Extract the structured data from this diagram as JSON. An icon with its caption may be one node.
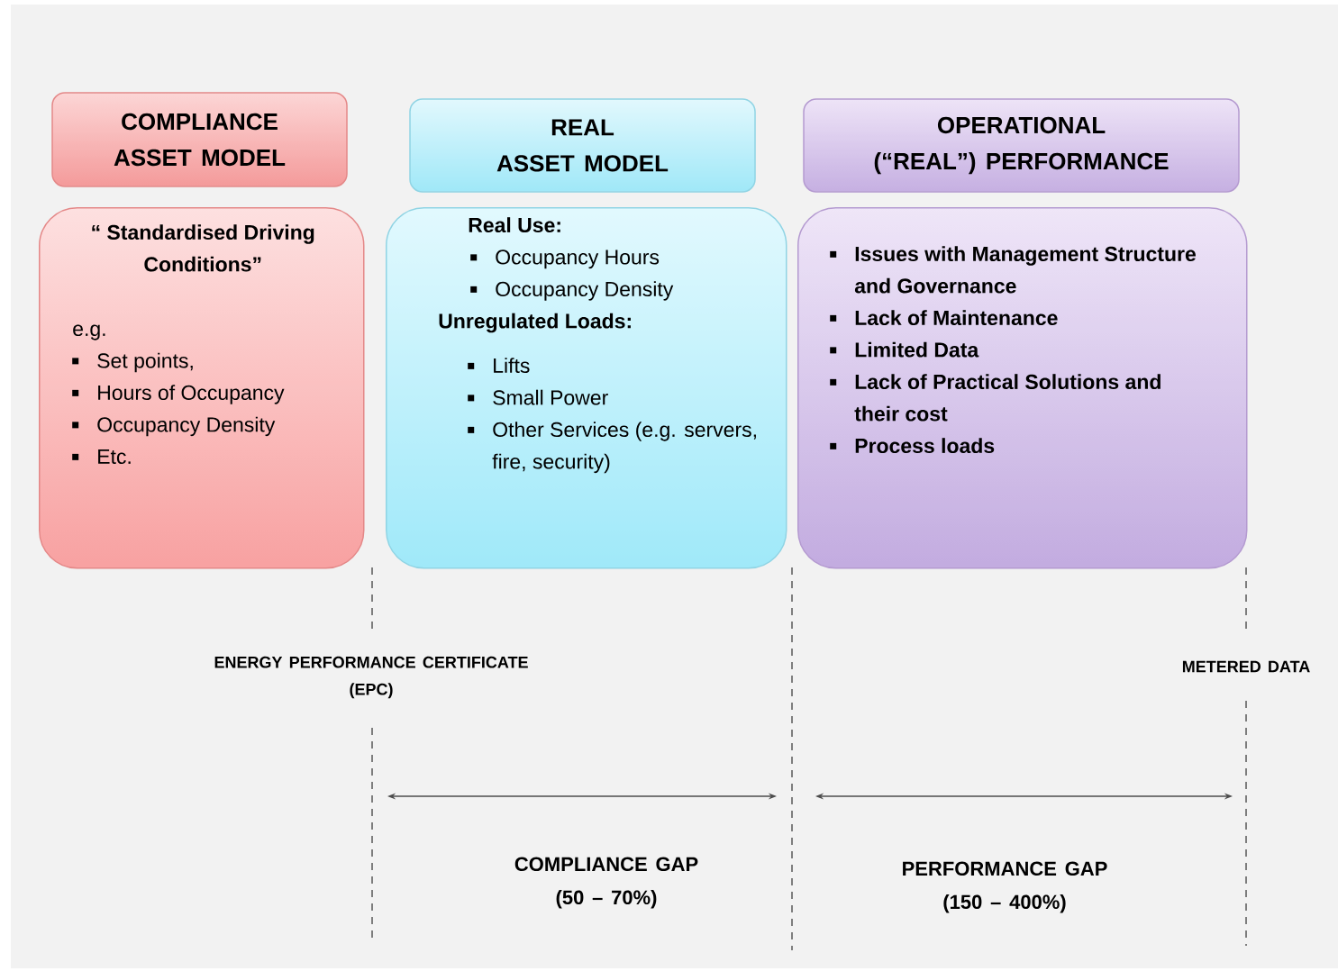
{
  "diagram": {
    "nodes": [
      {
        "text": [
          "COMPLIANCE ASSET MODEL"
        ]
      },
      {
        "text": [
          "REAL ASSET MODEL"
        ]
      },
      {
        "text": [
          "OPERATIONAL (“REAL”) PERFORMANCE"
        ]
      },
      {
        "text": [
          "“ Standardised Driving Conditions”",
          "e.g.",
          "Set points,",
          "Hours of Occupancy",
          "Occupancy Density",
          "Etc."
        ]
      },
      {
        "text": [
          "Real Use:",
          "Occupancy Hours",
          "Occupancy Density",
          "Unregulated Loads:",
          "Lifts",
          "Small Power",
          "Other Services (e.g. servers, fire, security)"
        ]
      },
      {
        "text": [
          "Issues with Management Structure and Governance",
          "Lack of Maintenance",
          "Limited Data",
          "Lack of Practical Solutions and their cost",
          "Process loads"
        ]
      }
    ],
    "labels": [
      "ENERGY PERFORMANCE CERTIFICATE (EPC)",
      "METERED DATA",
      "COMPLIANCE GAP (50 – 70%)",
      "PERFORMANCE GAP (150 – 400%)"
    ]
  }
}
